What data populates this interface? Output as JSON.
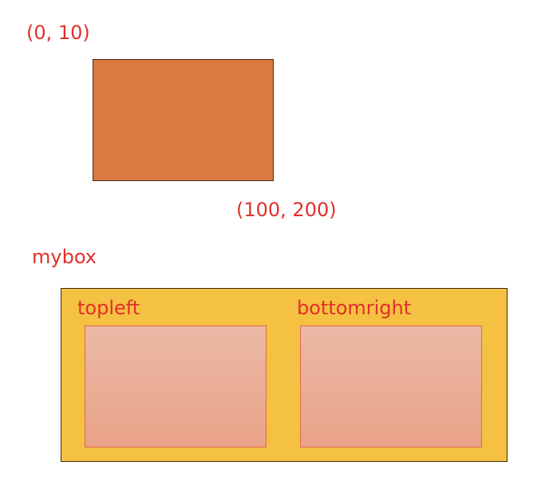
{
  "labels": {
    "top_left_coord": "(0, 10)",
    "bottom_right_coord": "(100, 200)",
    "box_name": "mybox",
    "inner_left": "topleft",
    "inner_right": "bottomright"
  },
  "colors": {
    "label_text": "#e0302a",
    "main_rect_fill": "#d97a40",
    "container_fill": "#f5c142",
    "inner_fill_top": "#eab9a5",
    "inner_fill_bottom": "#e9a288"
  }
}
